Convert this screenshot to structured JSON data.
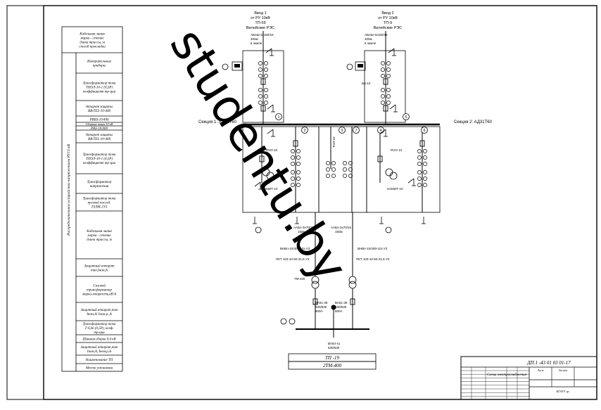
{
  "inputs": {
    "in1": {
      "l1": "Ввод 1",
      "l2": "от РУ 10кВ",
      "l3": "ТП-55",
      "l4": "Вилейские РЭС"
    },
    "in2": {
      "l1": "Ввод 2",
      "l2": "от РУ 10кВ",
      "l3": "ТП-9",
      "l4": "Вилейские РЭС"
    },
    "cable1": {
      "l1": "АБлШ-3х150/16",
      "l2": "200м",
      "l3": "в земле"
    },
    "cable2": {
      "l1": "АБлШ-3х150/16",
      "l2": "200м",
      "l3": "в земле"
    }
  },
  "sections": {
    "s1": "Секция 1: АД31Т60",
    "s2": "Секция 2: АД31Т60"
  },
  "cells": [
    "1",
    "2",
    "3",
    "4",
    "5",
    "6",
    "7"
  ],
  "equipment": {
    "rvo1": "RVO-10",
    "rvo2": "RVO-10",
    "bbk": "ББ-10",
    "nami1": "НАМИТ-10",
    "nami2": "НАМИТ-10",
    "cable_out1": {
      "l1": "ААБл-3х70/16",
      "l2": "150м"
    },
    "cable_out2": {
      "l1": "ААБл-3х70/16",
      "l2": "150м"
    },
    "vnp1": "ВНВп-10/400-10з У3",
    "vnp2": "ВНВп-10/400-10з У3",
    "pkt1": "ПКТ 103-10-50-31,5 У3",
    "pkt2": "ПКТ 103-10-50-31,5 У3",
    "tm": "ТМ-400",
    "va1": {
      "l1": "ВА51-39",
      "l2": "630/630",
      "l3": "800А"
    },
    "va2": {
      "l1": "ВА51-39",
      "l2": "630/630",
      "l3": "800А"
    },
    "va3": {
      "l1": "ВА53-41",
      "l2": "630/630"
    },
    "ta": "ТОЛ-10"
  },
  "left_table": [
    "Кабельная линия марка - сечение длина трассы, м способ прокладки",
    "Измерительные приборы",
    "Трансформатор тока ТПОЛ-10-1 (0,5Р) коэффициент тр-ции",
    "Аппарат защиты ВВ/TEL-10-400",
    "РВВЗ-10/400",
    "Сборные шины 10 кВ",
    "РВЗ-10/400",
    "Аппарат защиты ВВ/TEL-10-400",
    "Трансформатор тока ТПОЛ-10-1 (0,5Р) коэффициент тр-ции",
    "Трансформатор напряжения",
    "Трансформатор тока нулевой послед. ТЗЛМ-1У3",
    "Кабельная линия марка - сечение длина трассы, м",
    "Защитный аппарат тип,Iном,А",
    "Силовой трансформатор марка-мощность,кВ·А",
    "Защитный аппарат,тип Iном,А/ Iном.р.,А",
    "Трансформатор тока Т-0,66 (0,5Р), коэф. тр-ции",
    "Шинная сборка 0,4 кВ",
    "Защитный аппарат,тип Iном,А, Iном.р,А",
    "Наименование ТП",
    "Место установки"
  ],
  "left_vertical": "Распределительное устройство напряжением РУ10 кВ",
  "tp_name": "ТП -19",
  "tp_type": "2ТМ-400",
  "stamp": {
    "code": "ДП.1 -43 01 03 01-17",
    "title": "Схема электроснабжения",
    "sheet_label": "Лист",
    "sheets_label": "Листов",
    "org": "БГАТУ гр."
  },
  "watermark": "studentu.by"
}
